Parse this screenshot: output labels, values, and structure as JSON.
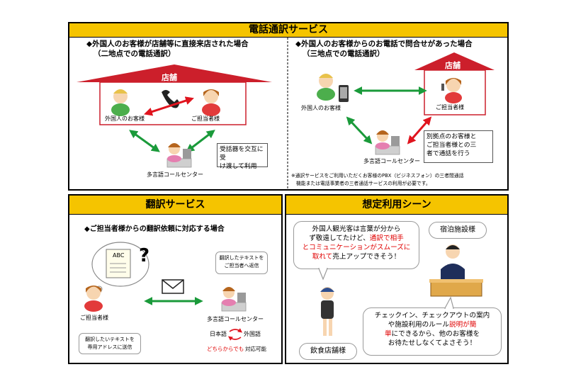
{
  "phone": {
    "title": "電話通訳サービス",
    "left": {
      "heading_1": "◆外国人のお客様が店舗等に直接来店された場合",
      "heading_2": "（二地点での電話通訳）",
      "store": "店舗",
      "foreigner": "外国人のお客様",
      "staff": "ご担当者様",
      "center": "多言語コールセンター",
      "note_1": "受話器を交互に受",
      "note_2": "け渡して利用"
    },
    "right": {
      "heading_1": "◆外国人のお客様からのお電話で問合せがあった場合",
      "heading_2": "（三地点での電話通訳）",
      "store": "店舗",
      "foreigner": "外国人のお客様",
      "staff": "ご担当者様",
      "center": "多言語コールセンター",
      "note_1": "別拠点のお客様と",
      "note_2": "ご担当者様との三",
      "note_3": "者で通話を行う",
      "footnote_1": "※通訳サービスをご利用いただくお客様のPBX（ビジネスフォン）の三者間通話",
      "footnote_2": "機能または電話事業者の三者通話サービスの利用が必要です。"
    }
  },
  "translation": {
    "title": "翻訳サービス",
    "heading": "◆ご担当者様からの翻訳依頼に対応する場合",
    "doc_text": "ABC",
    "question": "?",
    "staff": "ご担当者様",
    "center": "多言語コールセンター",
    "send_1": "翻訳したいテキストを",
    "send_2": "専用アドレスに送信",
    "reply_1": "翻訳したテキストを",
    "reply_2": "ご担当者へ返信",
    "lang_ja": "日本語",
    "lang_foreign": "外国語",
    "both_ways": "どちらからでも",
    "both_ways_2": "対応可能"
  },
  "scene": {
    "title": "想定利用シーン",
    "bubble1_l1": "外国人観光客は言葉が分から",
    "bubble1_l2": "ず敬遠してたけど、",
    "bubble1_l2_red": "通訳で相手",
    "bubble1_l3_red": "とコミュニケーションがスムーズに",
    "bubble1_l4_red": "取れて",
    "bubble1_l4": "売上アップできそう！",
    "hotel": "宿泊施設様",
    "restaurant": "飲食店舗様",
    "bubble2_l1": "チェックイン、チェックアウトの案内",
    "bubble2_l2": "や施設利用のルール",
    "bubble2_l2_red": "説明が簡",
    "bubble2_l3_red": "単",
    "bubble2_l3": "にできるから、他のお客様を",
    "bubble2_l4": "お待たせしなくてよさそう！"
  },
  "colors": {
    "header": "#f5c400",
    "roof": "#cc1f2b",
    "green_arrow": "#1a9a3a",
    "red_arrow": "#e0141e"
  }
}
